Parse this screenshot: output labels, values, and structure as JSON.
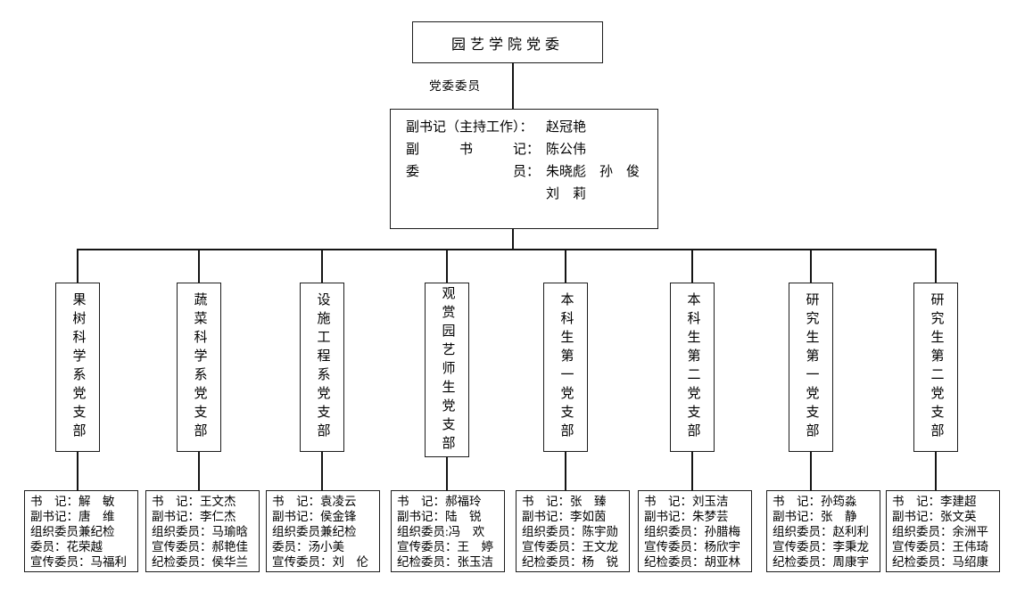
{
  "root": {
    "title": "园艺学院党委"
  },
  "edge_label": "党委委员",
  "committee": {
    "rows": [
      {
        "label": "副书记（主持工作）：",
        "value": "赵冠艳"
      },
      {
        "label": "副　　　书　　　记：",
        "value": "陈公伟"
      },
      {
        "label": "委　　　　　　　员：",
        "value": "朱晓彪　孙　俊"
      },
      {
        "label": "",
        "value": "刘　莉"
      }
    ]
  },
  "branches": [
    {
      "title": "果树科学系党支部",
      "members": [
        "书　记：解　敏",
        "副书记：唐　维",
        "组织委员兼纪检",
        "委员：花荣越",
        "宣传委员：马福利"
      ]
    },
    {
      "title": "蔬菜科学系党支部",
      "members": [
        "书　记：王文杰",
        "副书记：李仁杰",
        "组织委员：马瑜晗",
        "宣传委员：郝艳佳",
        "纪检委员：侯华兰"
      ]
    },
    {
      "title": "设施工程系党支部",
      "members": [
        "书　记：袁凌云",
        "副书记：侯金锋",
        "组织委员兼纪检",
        "委员：汤小美",
        "宣传委员：刘　伦"
      ]
    },
    {
      "title": "观赏园艺师生党支部",
      "members": [
        "书　记：郝福玲",
        "副书记：陆　锐",
        "组织委员:冯　欢",
        "宣传委员：王　婷",
        "纪检委员：张玉洁"
      ]
    },
    {
      "title": "本科生第一党支部",
      "members": [
        "书　记：张　臻",
        "副书记：李如茵",
        "组织委员：陈宇勋",
        "宣传委员：王文龙",
        "纪检委员：杨　锐"
      ]
    },
    {
      "title": "本科生第二党支部",
      "members": [
        "书　记：刘玉洁",
        "副书记：朱梦芸",
        "组织委员：孙腊梅",
        "宣传委员：杨欣宇",
        "纪检委员：胡亚林"
      ]
    },
    {
      "title": "研究生第一党支部",
      "members": [
        "书　记：孙筠淼",
        "副书记：张　静",
        "组织委员：赵利利",
        "宣传委员：李秉龙",
        "纪检委员：周康宇"
      ]
    },
    {
      "title": "研究生第二党支部",
      "members": [
        "书　记：李建超",
        "副书记：张文英",
        "组织委员：余洲平",
        "宣传委员：王伟琦",
        "纪检委员：马绍康"
      ]
    }
  ]
}
